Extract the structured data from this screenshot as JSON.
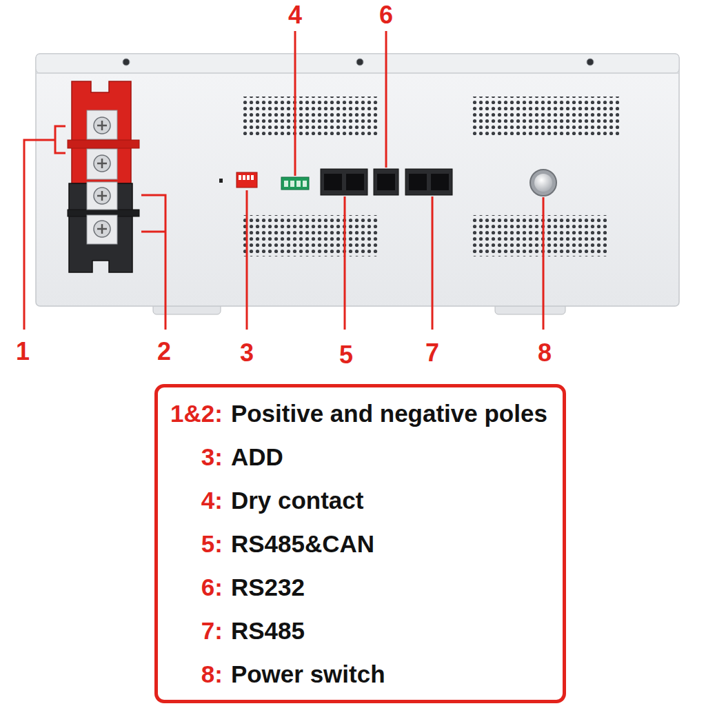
{
  "diagram": {
    "nodes": [
      {
        "text": [
          "1&2:",
          "Positive and negative poles",
          "3:",
          "ADD",
          "4:",
          "Dry contact",
          "5:",
          "RS485&CAN",
          "6:",
          "RS232",
          "7:",
          "RS485",
          "8:",
          "Power switch"
        ]
      }
    ],
    "labels": [
      "4",
      "6",
      "1",
      "2",
      "3",
      "5",
      "7",
      "8"
    ]
  }
}
